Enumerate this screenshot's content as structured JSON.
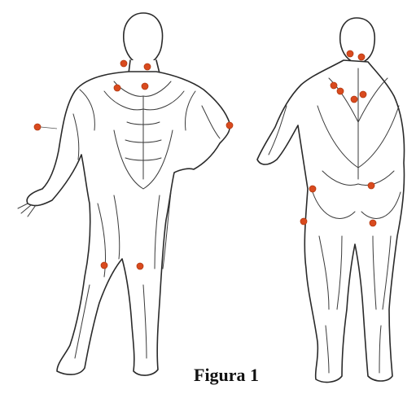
{
  "figure": {
    "caption": "Figura 1",
    "marker_color": "#d94a1e",
    "front_view_name": "anterior-view",
    "back_view_name": "posterior-view"
  }
}
